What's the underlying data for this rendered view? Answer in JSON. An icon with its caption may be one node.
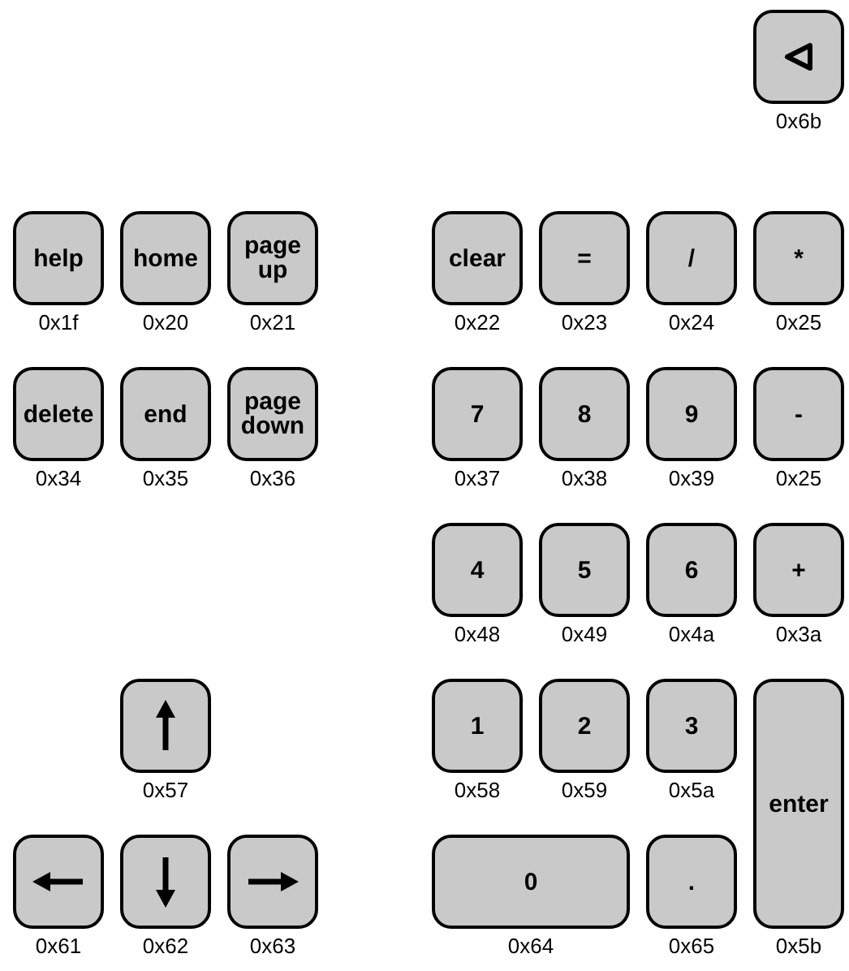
{
  "diagram": {
    "nodes": [
      {
        "text": [],
        "shape": "box",
        "beside": [
          "0x6b"
        ]
      },
      {
        "text": [
          "help"
        ],
        "beside": [
          "0x1f"
        ]
      },
      {
        "text": [
          "home"
        ],
        "beside": [
          "0x20"
        ]
      },
      {
        "text": [
          "page up"
        ],
        "beside": [
          "0x21"
        ]
      },
      {
        "text": [
          "clear"
        ],
        "beside": [
          "0x22"
        ]
      },
      {
        "text": [
          "="
        ],
        "beside": [
          "0x23"
        ]
      },
      {
        "text": [
          "/"
        ],
        "beside": [
          "0x24"
        ]
      },
      {
        "text": [
          "*"
        ],
        "beside": [
          "0x25"
        ]
      },
      {
        "text": [
          "delete"
        ],
        "beside": [
          "0x34"
        ]
      },
      {
        "text": [
          "end"
        ],
        "beside": [
          "0x35"
        ]
      },
      {
        "text": [
          "page down"
        ],
        "beside": [
          "0x36"
        ]
      },
      {
        "text": [
          "7"
        ],
        "beside": [
          "0x37"
        ]
      },
      {
        "text": [
          "8"
        ],
        "beside": [
          "0x38"
        ]
      },
      {
        "text": [
          "9"
        ],
        "beside": [
          "0x39"
        ]
      },
      {
        "text": [
          "-"
        ],
        "beside": [
          "0x25"
        ]
      },
      {
        "text": [
          "4"
        ],
        "beside": [
          "0x48"
        ]
      },
      {
        "text": [
          "5"
        ],
        "beside": [
          "0x49"
        ]
      },
      {
        "text": [
          "6"
        ],
        "beside": [
          "0x4a"
        ]
      },
      {
        "text": [
          "+"
        ],
        "beside": [
          "0x3a"
        ]
      },
      {
        "text": [],
        "shape": "box",
        "beside": [
          "0x57"
        ]
      },
      {
        "text": [
          "1"
        ],
        "beside": [
          "0x58"
        ]
      },
      {
        "text": [
          "2"
        ],
        "beside": [
          "0x59"
        ]
      },
      {
        "text": [
          "3"
        ],
        "beside": [
          "0x5a"
        ]
      },
      {
        "text": [
          "enter"
        ],
        "beside": [
          "0x5b"
        ]
      },
      {
        "text": [],
        "shape": "box",
        "beside": [
          "0x61"
        ]
      },
      {
        "text": [],
        "shape": "box",
        "beside": [
          "0x62"
        ]
      },
      {
        "text": [],
        "shape": "box",
        "beside": [
          "0x63"
        ]
      },
      {
        "text": [
          "0"
        ],
        "beside": [
          "0x64"
        ]
      },
      {
        "text": [
          "."
        ],
        "beside": [
          "0x65"
        ]
      }
    ]
  }
}
